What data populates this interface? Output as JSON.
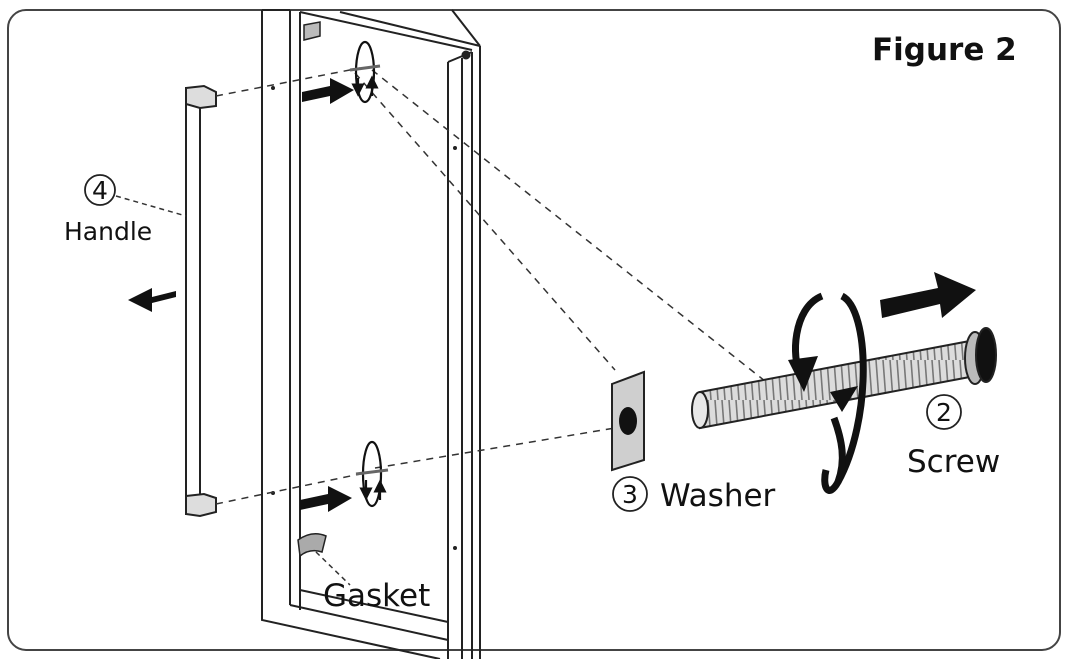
{
  "figure": {
    "title": "Figure 2"
  },
  "parts": {
    "handle": {
      "number": "4",
      "label": "Handle"
    },
    "screw": {
      "number": "2",
      "label": "Screw"
    },
    "washer": {
      "number": "3",
      "label": "Washer"
    },
    "gasket": {
      "label": "Gasket"
    }
  },
  "colors": {
    "ink": "#111111",
    "frame_border": "#444444",
    "background": "#ffffff"
  }
}
